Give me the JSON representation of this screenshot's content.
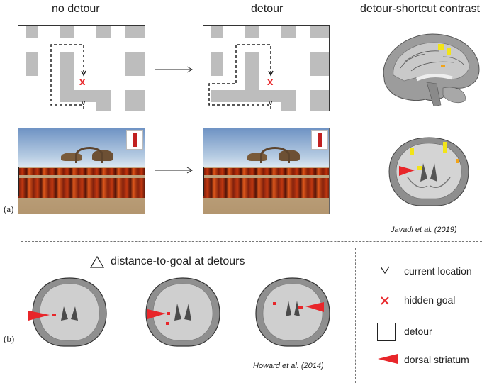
{
  "headers": {
    "no_detour": "no detour",
    "detour": "detour",
    "contrast": "detour-shortcut contrast"
  },
  "maze_marks": {
    "goal": "x",
    "current": "v"
  },
  "panel_labels": {
    "a": "(a)",
    "b": "(b)"
  },
  "citations": {
    "javadi": "Javadi et al. (2019)",
    "howard": "Howard et al. (2014)"
  },
  "section_b_title": "distance-to-goal at detours",
  "legend": {
    "items": [
      {
        "label": "current location",
        "icon": "current-location-icon"
      },
      {
        "label": "hidden goal",
        "icon": "hidden-goal-icon"
      },
      {
        "label": "detour",
        "icon": "detour-box-icon"
      },
      {
        "label": "dorsal striatum",
        "icon": "red-wedge-icon"
      }
    ]
  },
  "colors": {
    "maze_wall": "#bdbdbd",
    "goal_red": "#e8262a",
    "activation_yellow": "#f2e418",
    "striatum_red": "#e8262a"
  }
}
